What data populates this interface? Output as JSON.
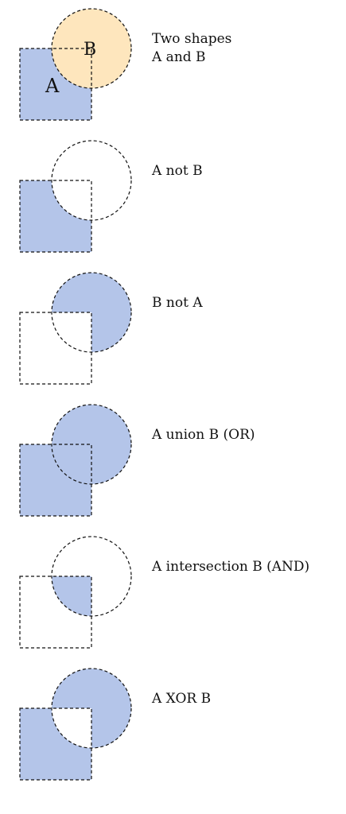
{
  "colors": {
    "fill": "#b4c5e9",
    "shape_b_fill": "#fee6bd",
    "outline": "#111111",
    "background": "#ffffff"
  },
  "panels": [
    {
      "id": "two-shapes",
      "operation": "both",
      "caption_lines": [
        "Two shapes",
        "A and B"
      ],
      "label_a": "A",
      "label_b": "B"
    },
    {
      "id": "a-not-b",
      "operation": "a_not_b",
      "caption_lines": [
        "A not B"
      ]
    },
    {
      "id": "b-not-a",
      "operation": "b_not_a",
      "caption_lines": [
        "B not A"
      ]
    },
    {
      "id": "a-union-b",
      "operation": "union",
      "caption_lines": [
        "A union B (OR)"
      ]
    },
    {
      "id": "a-intersection-b",
      "operation": "intersection",
      "caption_lines": [
        "A intersection B (AND)"
      ]
    },
    {
      "id": "a-xor-b",
      "operation": "xor",
      "caption_lines": [
        "A XOR B"
      ]
    }
  ]
}
